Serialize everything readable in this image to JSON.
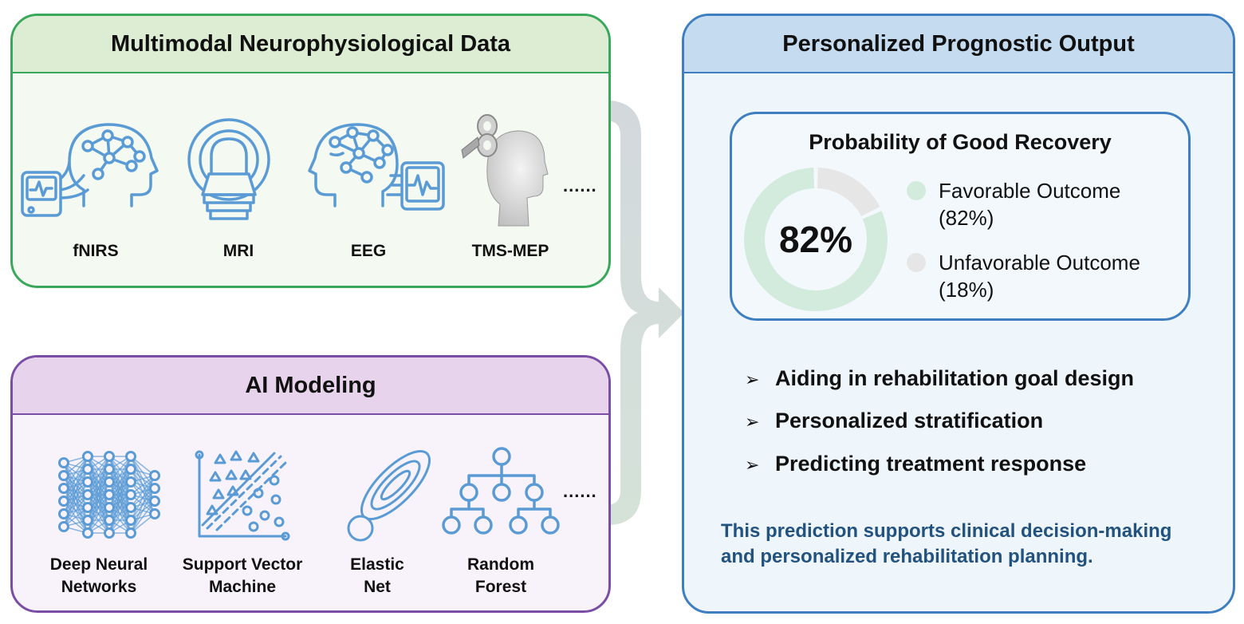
{
  "data_panel": {
    "title": "Multimodal Neurophysiological Data",
    "modalities": [
      {
        "label": "fNIRS",
        "icon": "fnirs-head-icon"
      },
      {
        "label": "MRI",
        "icon": "mri-scanner-icon"
      },
      {
        "label": "EEG",
        "icon": "eeg-head-icon"
      },
      {
        "label": "TMS-MEP",
        "icon": "tms-coil-head-icon"
      }
    ],
    "more": "......"
  },
  "ai_panel": {
    "title": "AI Modeling",
    "models": [
      {
        "line1": "Deep Neural",
        "line2": "Networks",
        "icon": "neural-network-icon"
      },
      {
        "line1": "Support Vector",
        "line2": "Machine",
        "icon": "svm-icon"
      },
      {
        "line1": "Elastic",
        "line2": "Net",
        "icon": "elastic-net-icon"
      },
      {
        "line1": "Random",
        "line2": "Forest",
        "icon": "random-forest-icon"
      }
    ],
    "more": "......"
  },
  "output_panel": {
    "title": "Personalized Prognostic Output",
    "probability": {
      "title": "Probability of Good Recovery",
      "center_label": "82%",
      "favorable": {
        "label": "Favorable Outcome",
        "pct_text": "(82%)",
        "value": 82,
        "color": "#d3ebdd"
      },
      "unfavorable": {
        "label": "Unfavorable Outcome",
        "pct_text": "(18%)",
        "value": 18,
        "color": "#e6e6e6"
      }
    },
    "bullets": [
      "Aiding in rehabilitation goal design",
      "Personalized stratification",
      "Predicting treatment response"
    ],
    "bullet_marker": "➢",
    "summary_line1": "This prediction supports clinical decision-making",
    "summary_line2": "and personalized rehabilitation planning."
  },
  "colors": {
    "green": "#3aa85a",
    "purple": "#7b4ea6",
    "blue": "#3f7fc1",
    "icon_blue": "#5b9bd5"
  }
}
